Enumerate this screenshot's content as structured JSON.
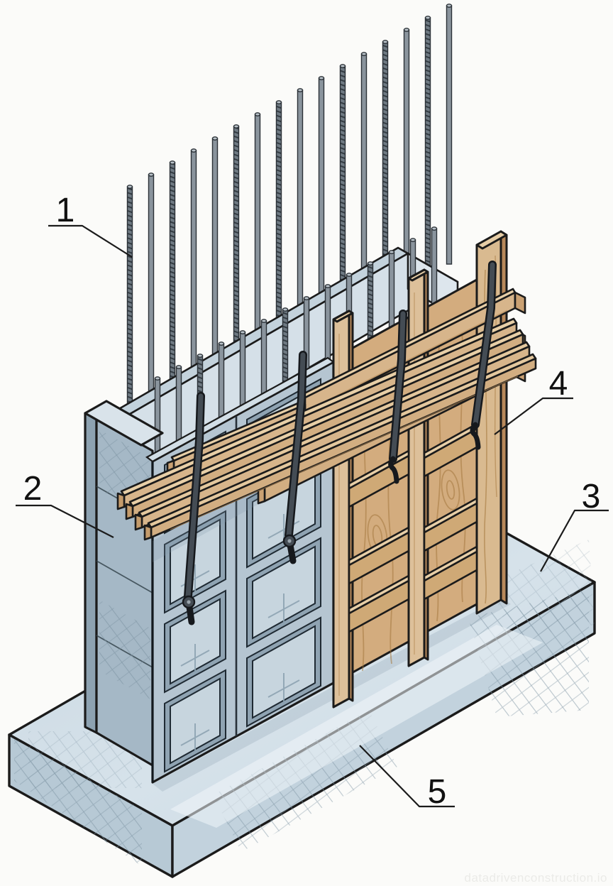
{
  "diagram": {
    "alt": "Isometric construction illustration: concrete wall with vertical rebar on a foundation slab, steel formwork panels on the left, timber formwork panels with walers and diagonal braces on the right",
    "callouts": [
      {
        "id": "1",
        "text": "1"
      },
      {
        "id": "2",
        "text": "2"
      },
      {
        "id": "3",
        "text": "3"
      },
      {
        "id": "4",
        "text": "4"
      },
      {
        "id": "5",
        "text": "5"
      }
    ],
    "watermark": "datadrivenconstruction.io",
    "palette": {
      "background": "#fbfbf9",
      "outline": "#1b1b1b",
      "slab_top": "#cfdde6",
      "slab_left_face": "#b7c9d5",
      "slab_right_face": "#c2d2dd",
      "wall_face": "#b5c5d1",
      "wall_end": "#a5b8c6",
      "panel_recess": "#c7d5de",
      "top_band": "#d5e0e8",
      "wood": "#d7b58b",
      "wood_light": "#e6cda6",
      "wood_dark": "#b98f60",
      "steel_brace": "#40484f",
      "rebar": "#8a949d",
      "rebar_ribbed": "#6f7a83",
      "label_color": "#111111",
      "watermark_color": "#ebebe8"
    }
  }
}
